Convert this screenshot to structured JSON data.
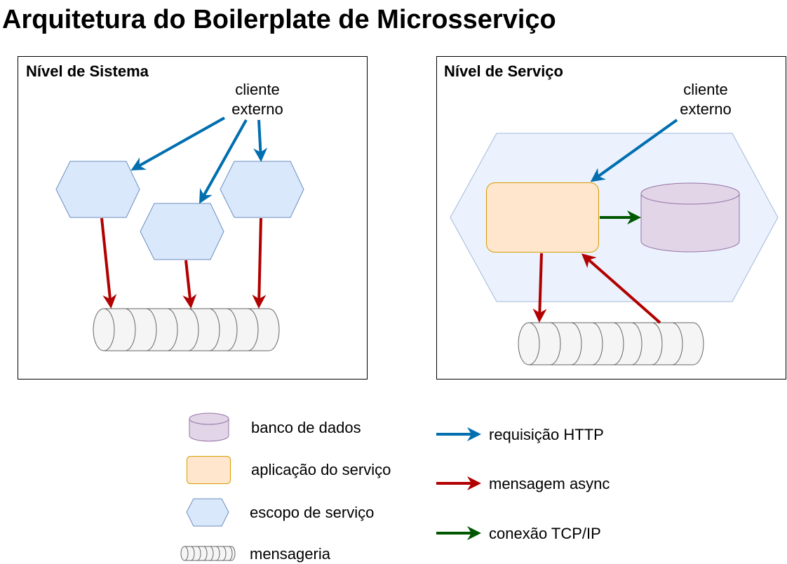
{
  "title": "Arquitetura do Boilerplate de Microsserviço",
  "panels": {
    "system": {
      "title": "Nível de Sistema",
      "client_line1": "cliente",
      "client_line2": "externo"
    },
    "service": {
      "title": "Nível de Serviço",
      "client_line1": "cliente",
      "client_line2": "externo"
    }
  },
  "legend": {
    "database": "banco de dados",
    "service_app": "aplicação do serviço",
    "service_scope": "escopo de serviço",
    "messaging": "mensageria",
    "http_request": "requisição HTTP",
    "async_message": "mensagem async",
    "tcp_connection": "conexão TCP/IP"
  },
  "colors": {
    "http": "#006EAF",
    "async": "#B20000",
    "tcp": "#005700",
    "hexagon_fill": "#DAE8FC",
    "hexagon_stroke": "#6C8EBF",
    "database_fill": "#E1D5E7",
    "database_stroke": "#9673A6",
    "app_fill": "#FFE6CC",
    "app_stroke": "#D79B00",
    "queue_fill": "#F5F5F5",
    "queue_stroke": "#666666"
  }
}
